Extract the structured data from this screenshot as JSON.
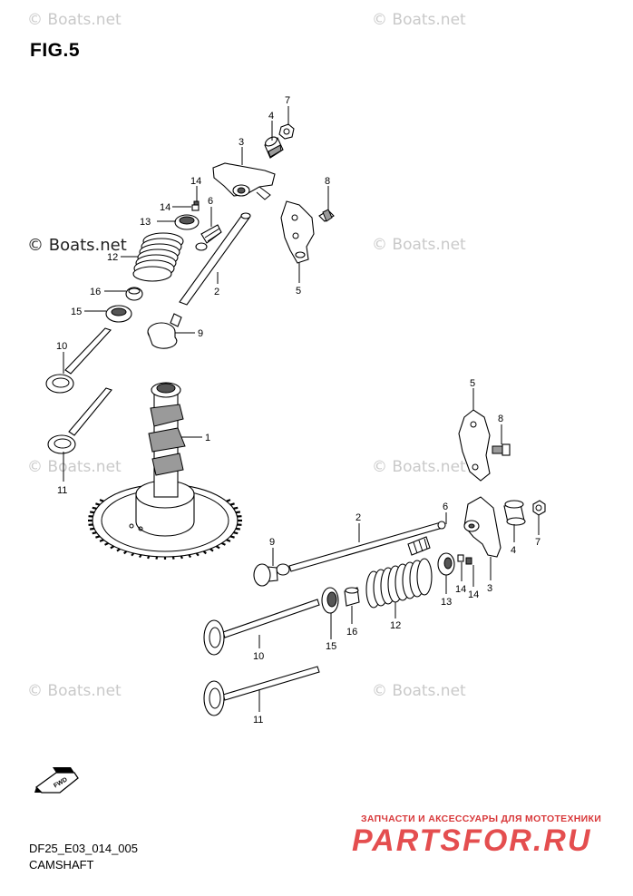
{
  "figure": {
    "title": "FIG.5",
    "code": "DF25_E03_014_005",
    "name": "CAMSHAFT"
  },
  "watermarks": {
    "text": "© Boats.net"
  },
  "promo": {
    "line1": "ЗАПЧАСТИ И АКСЕССУАРЫ ДЛЯ МОТОТЕХНИКИ",
    "line2": "PARTSFOR.RU"
  },
  "direction_icon": "fwd-arrow-icon",
  "callouts": {
    "upper": [
      "7",
      "4",
      "3",
      "8",
      "14",
      "6",
      "14",
      "13",
      "12",
      "5",
      "2",
      "16",
      "15",
      "9",
      "10",
      "1",
      "11"
    ],
    "lower": [
      "5",
      "8",
      "2",
      "6",
      "9",
      "4",
      "7",
      "3",
      "14",
      "14",
      "13",
      "12",
      "16",
      "15",
      "10",
      "11"
    ]
  },
  "colors": {
    "line": "#000000",
    "watermark": "#c9c9c9",
    "promo": "#e23b3d"
  }
}
